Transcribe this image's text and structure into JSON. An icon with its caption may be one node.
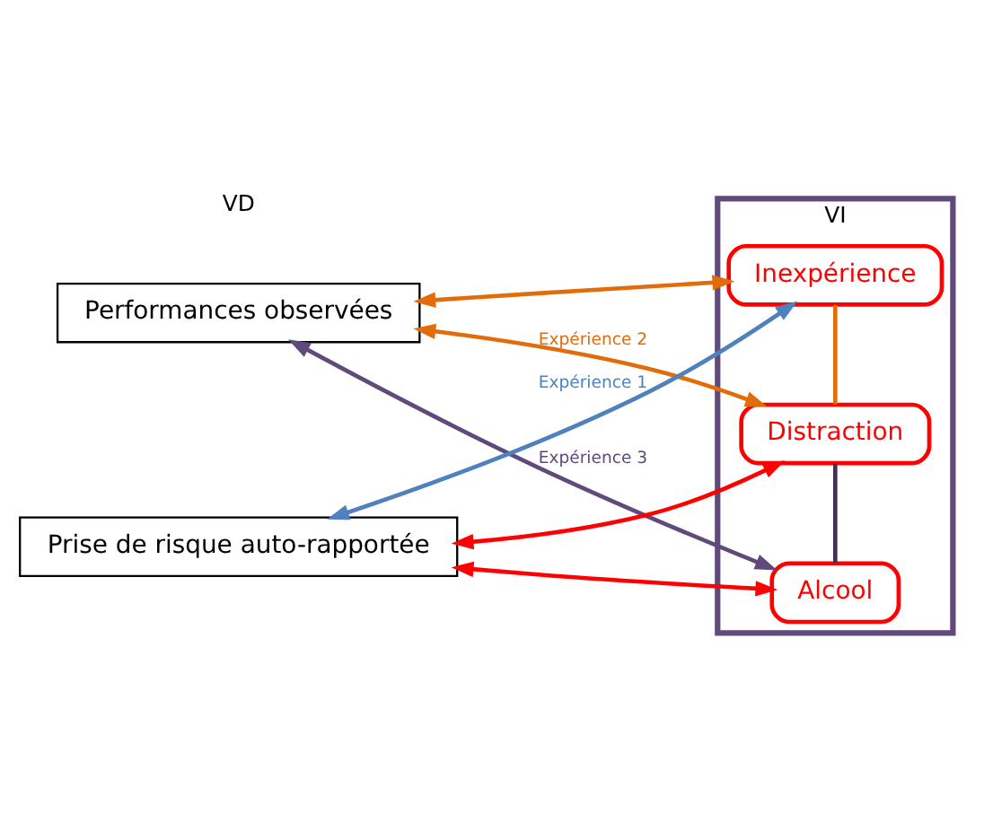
{
  "diagram": {
    "nodes": [
      {
        "text": [
          "Performances observées"
        ]
      },
      {
        "text": [
          "VI"
        ]
      },
      {
        "text": [
          "Inexpérience"
        ],
        "in": 1
      },
      {
        "text": [
          "Distraction"
        ],
        "in": 1
      },
      {
        "text": [
          "Alcool"
        ],
        "in": 1
      },
      {
        "text": [
          "Prise de risque auto-rapportée"
        ]
      }
    ],
    "edges": [
      {
        "from": 0,
        "to": 2,
        "arrow": "both",
        "color": "#e36c0a"
      },
      {
        "from": 0,
        "to": 3,
        "arrow": "both",
        "color": "#e36c0a",
        "label": "Expérience 2"
      },
      {
        "from": 0,
        "to": 4,
        "arrow": "both",
        "color": "#604a7b",
        "label": "Expérience 3"
      },
      {
        "from": 5,
        "to": 2,
        "arrow": "both",
        "color": "#4f81bd",
        "label": "Expérience 1"
      },
      {
        "from": 3,
        "to": 5,
        "arrow": "both",
        "color": "#ff0000"
      },
      {
        "from": 4,
        "to": 5,
        "arrow": "both",
        "color": "#ff0000"
      },
      {
        "from": 2,
        "to": 3,
        "arrow": "none",
        "color": "#e36c0a"
      },
      {
        "from": 3,
        "to": 4,
        "arrow": "none",
        "color": "#403152"
      }
    ],
    "labels": [
      "VD"
    ]
  }
}
